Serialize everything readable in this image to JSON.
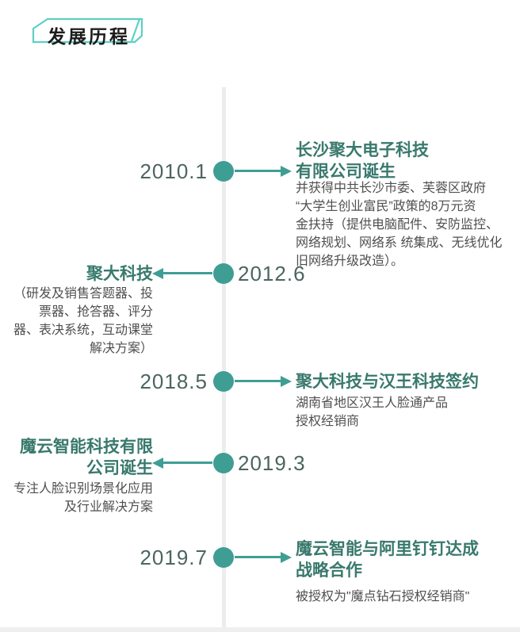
{
  "header": {
    "badge_label": "发展历程"
  },
  "colors": {
    "accent_teal": "#3f9e94",
    "badge_border": "#5ed0c4",
    "badge_text": "#1c1c1c",
    "date_text": "#4c6561",
    "entry_title_text": "#39796d",
    "entry_body_text": "#4f4f4f",
    "axis_line": "#ececec",
    "footer_bar": "#efefef"
  },
  "icons": {
    "timeline_dot": "filled-circle",
    "arrow_right": "triangle-right",
    "arrow_left": "triangle-left"
  },
  "timeline": {
    "entries": [
      {
        "date": "2010.1",
        "side": "right",
        "title": "长沙聚大电子科技\n有限公司诞生",
        "body": "并获得中共长沙市委、芙蓉区政府\n“大学生创业富民”政策的8万元资\n金扶持（提供电脑配件、安防监控、\n网络规划、网络系 统集成、无线优化\n旧网络升级改造）。"
      },
      {
        "date": "2012.6",
        "side": "left",
        "title": "聚大科技",
        "body": "（研发及销售答题器、投\n票器、抢答器、评分\n器、表决系统，互动课堂\n解决方案）"
      },
      {
        "date": "2018.5",
        "side": "right",
        "title": "聚大科技与汉王科技签约",
        "body": "湖南省地区汉王人脸通产品\n授权经销商"
      },
      {
        "date": "2019.3",
        "side": "left",
        "title": "魔云智能科技有限\n公司诞生",
        "body": "专注人脸识别场景化应用\n及行业解决方案"
      },
      {
        "date": "2019.7",
        "side": "right",
        "title": "魔云智能与阿里钉钉达成\n战略合作",
        "body": "被授权为\"魔点钻石授权经销商\""
      }
    ]
  }
}
